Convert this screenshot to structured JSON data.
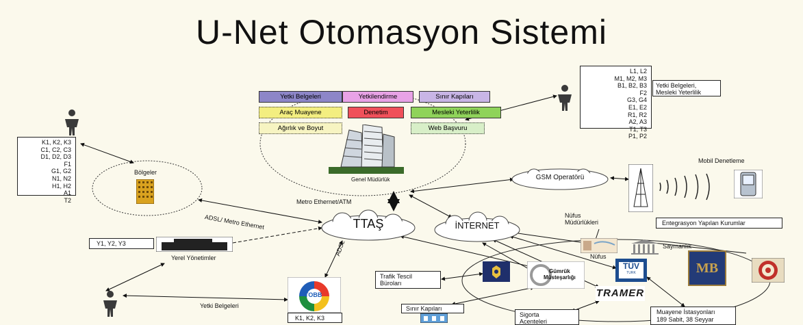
{
  "title": "U-Net Otomasyon Sistemi",
  "left_codes": [
    "K1, K2, K3",
    "C1, C2, C3",
    "D1, D2, D3",
    "F1",
    "G1, G2",
    "N1, N2",
    "H1, H2",
    "A1",
    "T2"
  ],
  "right_codes": [
    "L1, L2",
    "M1, M2, M3",
    "B1, B2, B3",
    "F2",
    "G3, G4",
    "E1, E2",
    "R1, R2",
    "A2, A3",
    "T1, T3",
    "P1, P2"
  ],
  "yetki_mesleki": [
    "Yetki Belgeleri,",
    "Mesleki Yeterlilik"
  ],
  "modules": {
    "yetki_belgeleri": "Yetki Belgeleri",
    "yetkilendirme": "Yetkilendirme",
    "sinir_kapilari": "Sınır Kapıları",
    "arac_muayene": "Araç Muayene",
    "denetim": "Denetim",
    "mesleki_yeterlilik": "Mesleki Yeterlilik",
    "agirlik_boyut": "Ağırlık ve Boyut",
    "web_basvuru": "Web Başvuru"
  },
  "nodes": {
    "genel_mudurluk": "Genel Müdürlük",
    "bolgeler": "Bölgeler",
    "metro_ethernet_atm": "Metro Ethernet/ATM",
    "adsl_metro": "ADSL/ Metro Ethernet",
    "ttas": "TTAŞ",
    "internet": "İNTERNET",
    "gsm": "GSM Operatörü",
    "mobil_denetleme": "Mobil Denetleme",
    "nufus_mudurlukleri": "Nüfus Müdürlükleri",
    "entegrasyon": "Entegrasyon Yapılan Kurumlar",
    "saymanlik": "Saymanlık",
    "nufus": "Nüfus",
    "y_codes": "Y1, Y2, Y3",
    "yerel_yonetimler": "Yerel Yönetimler",
    "adsl": "ADSL",
    "trafik_tescil": [
      "Trafik Tescil",
      "Büroları"
    ],
    "gumruk": [
      "Gümrük",
      "Müsteşarlığı"
    ],
    "tramer": "TRAMER",
    "tuv": "TÜV",
    "tuv_sub": "TURK",
    "mb": "MB",
    "tobb": "TOBB",
    "yetki_belgeleri_bottom": "Yetki Belgeleri",
    "k_codes_bottom": "K1, K2, K3",
    "sinir_kapilari_bottom": "Sınır Kapıları",
    "sigorta": [
      "Sigorta",
      "Acenteleri"
    ],
    "muayene": [
      "Muayene İstasyonları",
      "189 Sabit, 38 Seyyar"
    ]
  },
  "colors": {
    "background": "#fbf9ec",
    "yetki_belgeleri": "#8d86c8",
    "yetkilendirme": "#e8a2e6",
    "sinir_kapilari": "#c8b5e6",
    "arac_muayene": "#f3ee80",
    "denetim": "#f0505a",
    "mesleki_yeterlilik": "#8fd35a",
    "agirlik_boyut": "#f7f4c2",
    "web_basvuru": "#d8efc8"
  }
}
